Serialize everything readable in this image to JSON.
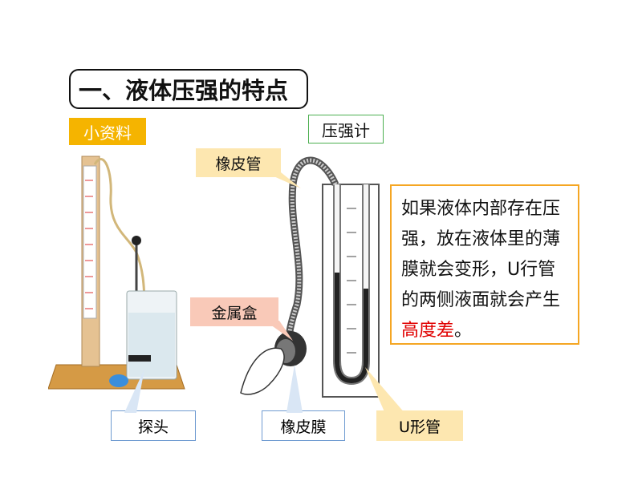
{
  "title": "一、液体压强的特点",
  "reference_tag": "小资料",
  "gauge_label": "压强计",
  "callouts": {
    "rubber_tube": "橡皮管",
    "metal_box": "金属盒",
    "probe": "探头",
    "rubber_membrane": "橡皮膜",
    "u_tube": "U形管"
  },
  "info": {
    "text": "如果液体内部存在压强，放在液体里的薄膜就会变形，U行管的两侧液面就会产生",
    "highlight": "高度差",
    "end": "。"
  },
  "colors": {
    "reference_tag_bg": "#f5b400",
    "callout_bg": "#fde7b0",
    "metal_box_bg": "#f9c9b8",
    "highlight": "#e00000",
    "info_border": "#f5a623"
  }
}
